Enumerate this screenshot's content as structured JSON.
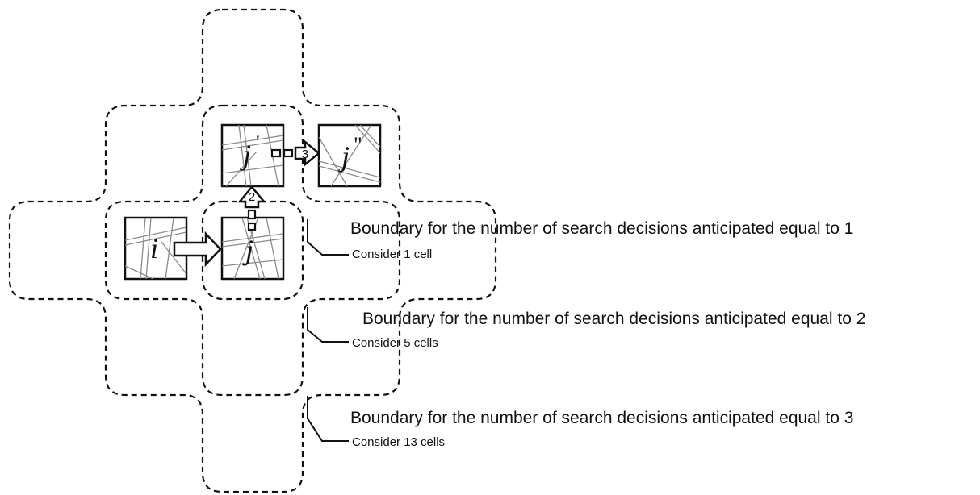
{
  "cells": {
    "origin": {
      "letter": "i",
      "mark": ""
    },
    "first": {
      "letter": "j",
      "mark": ""
    },
    "second": {
      "letter": "j",
      "mark": "'"
    },
    "third": {
      "letter": "j",
      "mark": "\""
    }
  },
  "steps": [
    "2",
    "3"
  ],
  "annotations": [
    {
      "boundary": "Boundary for the number of search decisions anticipated equal to 1",
      "cells": "Consider 1 cell"
    },
    {
      "boundary": "Boundary for the number of search decisions anticipated equal to 2",
      "cells": "Consider 5 cells"
    },
    {
      "boundary": "Boundary for the number of search decisions anticipated equal to 3",
      "cells": "Consider 13 cells"
    }
  ]
}
